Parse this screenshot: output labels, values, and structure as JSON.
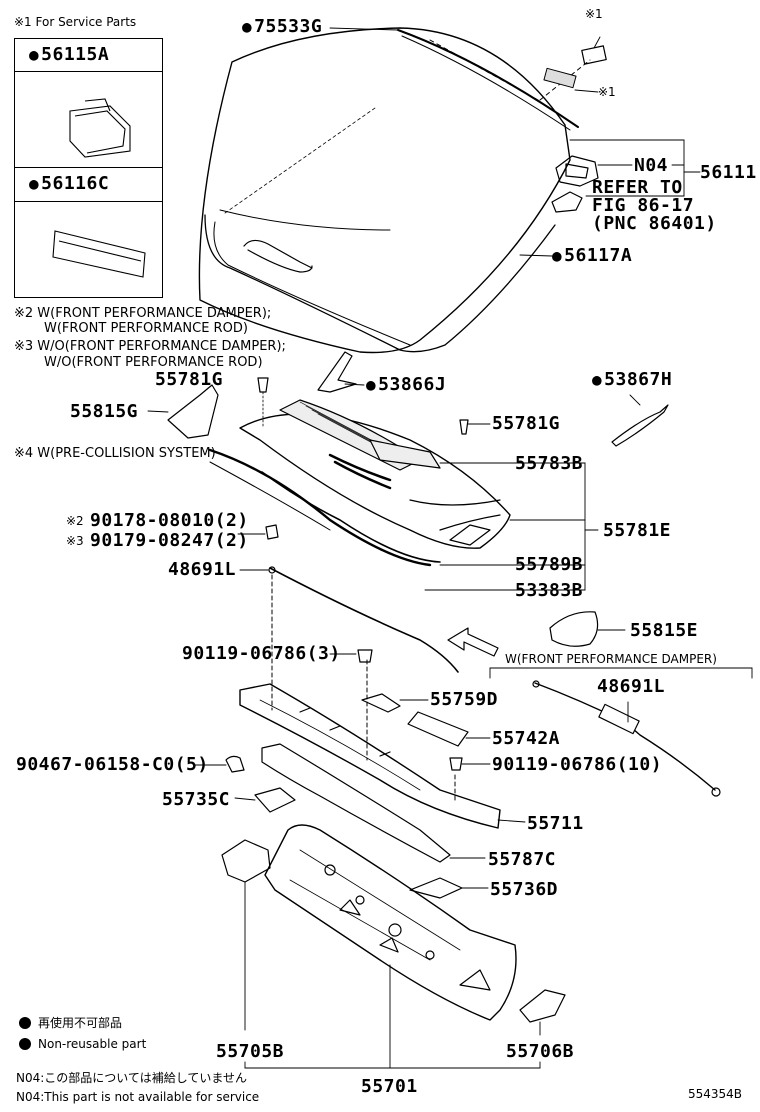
{
  "service_notes": {
    "mark1": "※1 For Service Parts",
    "mark2_line1": "※2 W(FRONT PERFORMANCE DAMPER);",
    "mark2_line2": "W(FRONT PERFORMANCE ROD)",
    "mark3_line1": "※3 W/O(FRONT PERFORMANCE DAMPER);",
    "mark3_line2": "W/O(FRONT PERFORMANCE ROD)",
    "mark4": "※4 W(PRE-COLLISION SYSTEM)",
    "damper_label": "W(FRONT PERFORMANCE DAMPER)"
  },
  "service_panel": {
    "part_a": "56115A",
    "part_b": "56116C"
  },
  "parts": {
    "p75533G": "75533G",
    "p56111": "56111",
    "n04": "N04",
    "refer_line1": "REFER TO",
    "refer_line2": "FIG 86-17",
    "refer_line3": "(PNC 86401)",
    "p56117A": "56117A",
    "p55781G_a": "55781G",
    "p53866J": "53866J",
    "p53867H": "53867H",
    "p55815G": "55815G",
    "p55781G_b": "55781G",
    "p55783B": "55783B",
    "p55781E": "55781E",
    "p90178": "90178-08010(2)",
    "p90179": "90179-08247(2)",
    "p48691L_a": "48691L",
    "p55789B": "55789B",
    "p53383B": "53383B",
    "p55815E": "55815E",
    "p90119_a": "90119-06786(3)",
    "p48691L_b": "48691L",
    "p55759D": "55759D",
    "p55742A": "55742A",
    "p90467": "90467-06158-C0(5)",
    "p90119_b": "90119-06786(10)",
    "p55735C": "55735C",
    "p55711": "55711",
    "p55787C": "55787C",
    "p55736D": "55736D",
    "p55705B": "55705B",
    "p55706B": "55706B",
    "p55701": "55701",
    "mark1_a": "※1",
    "mark1_b": "※1",
    "mark2": "※2",
    "mark3": "※3"
  },
  "legend": {
    "nonreusable_jp": "再使用不可部品",
    "nonreusable_en": "Non-reusable part",
    "n04_jp": "N04:この部品については補給していません",
    "n04_en": "N04:This part is not available for service"
  },
  "figure_id": "554354B"
}
